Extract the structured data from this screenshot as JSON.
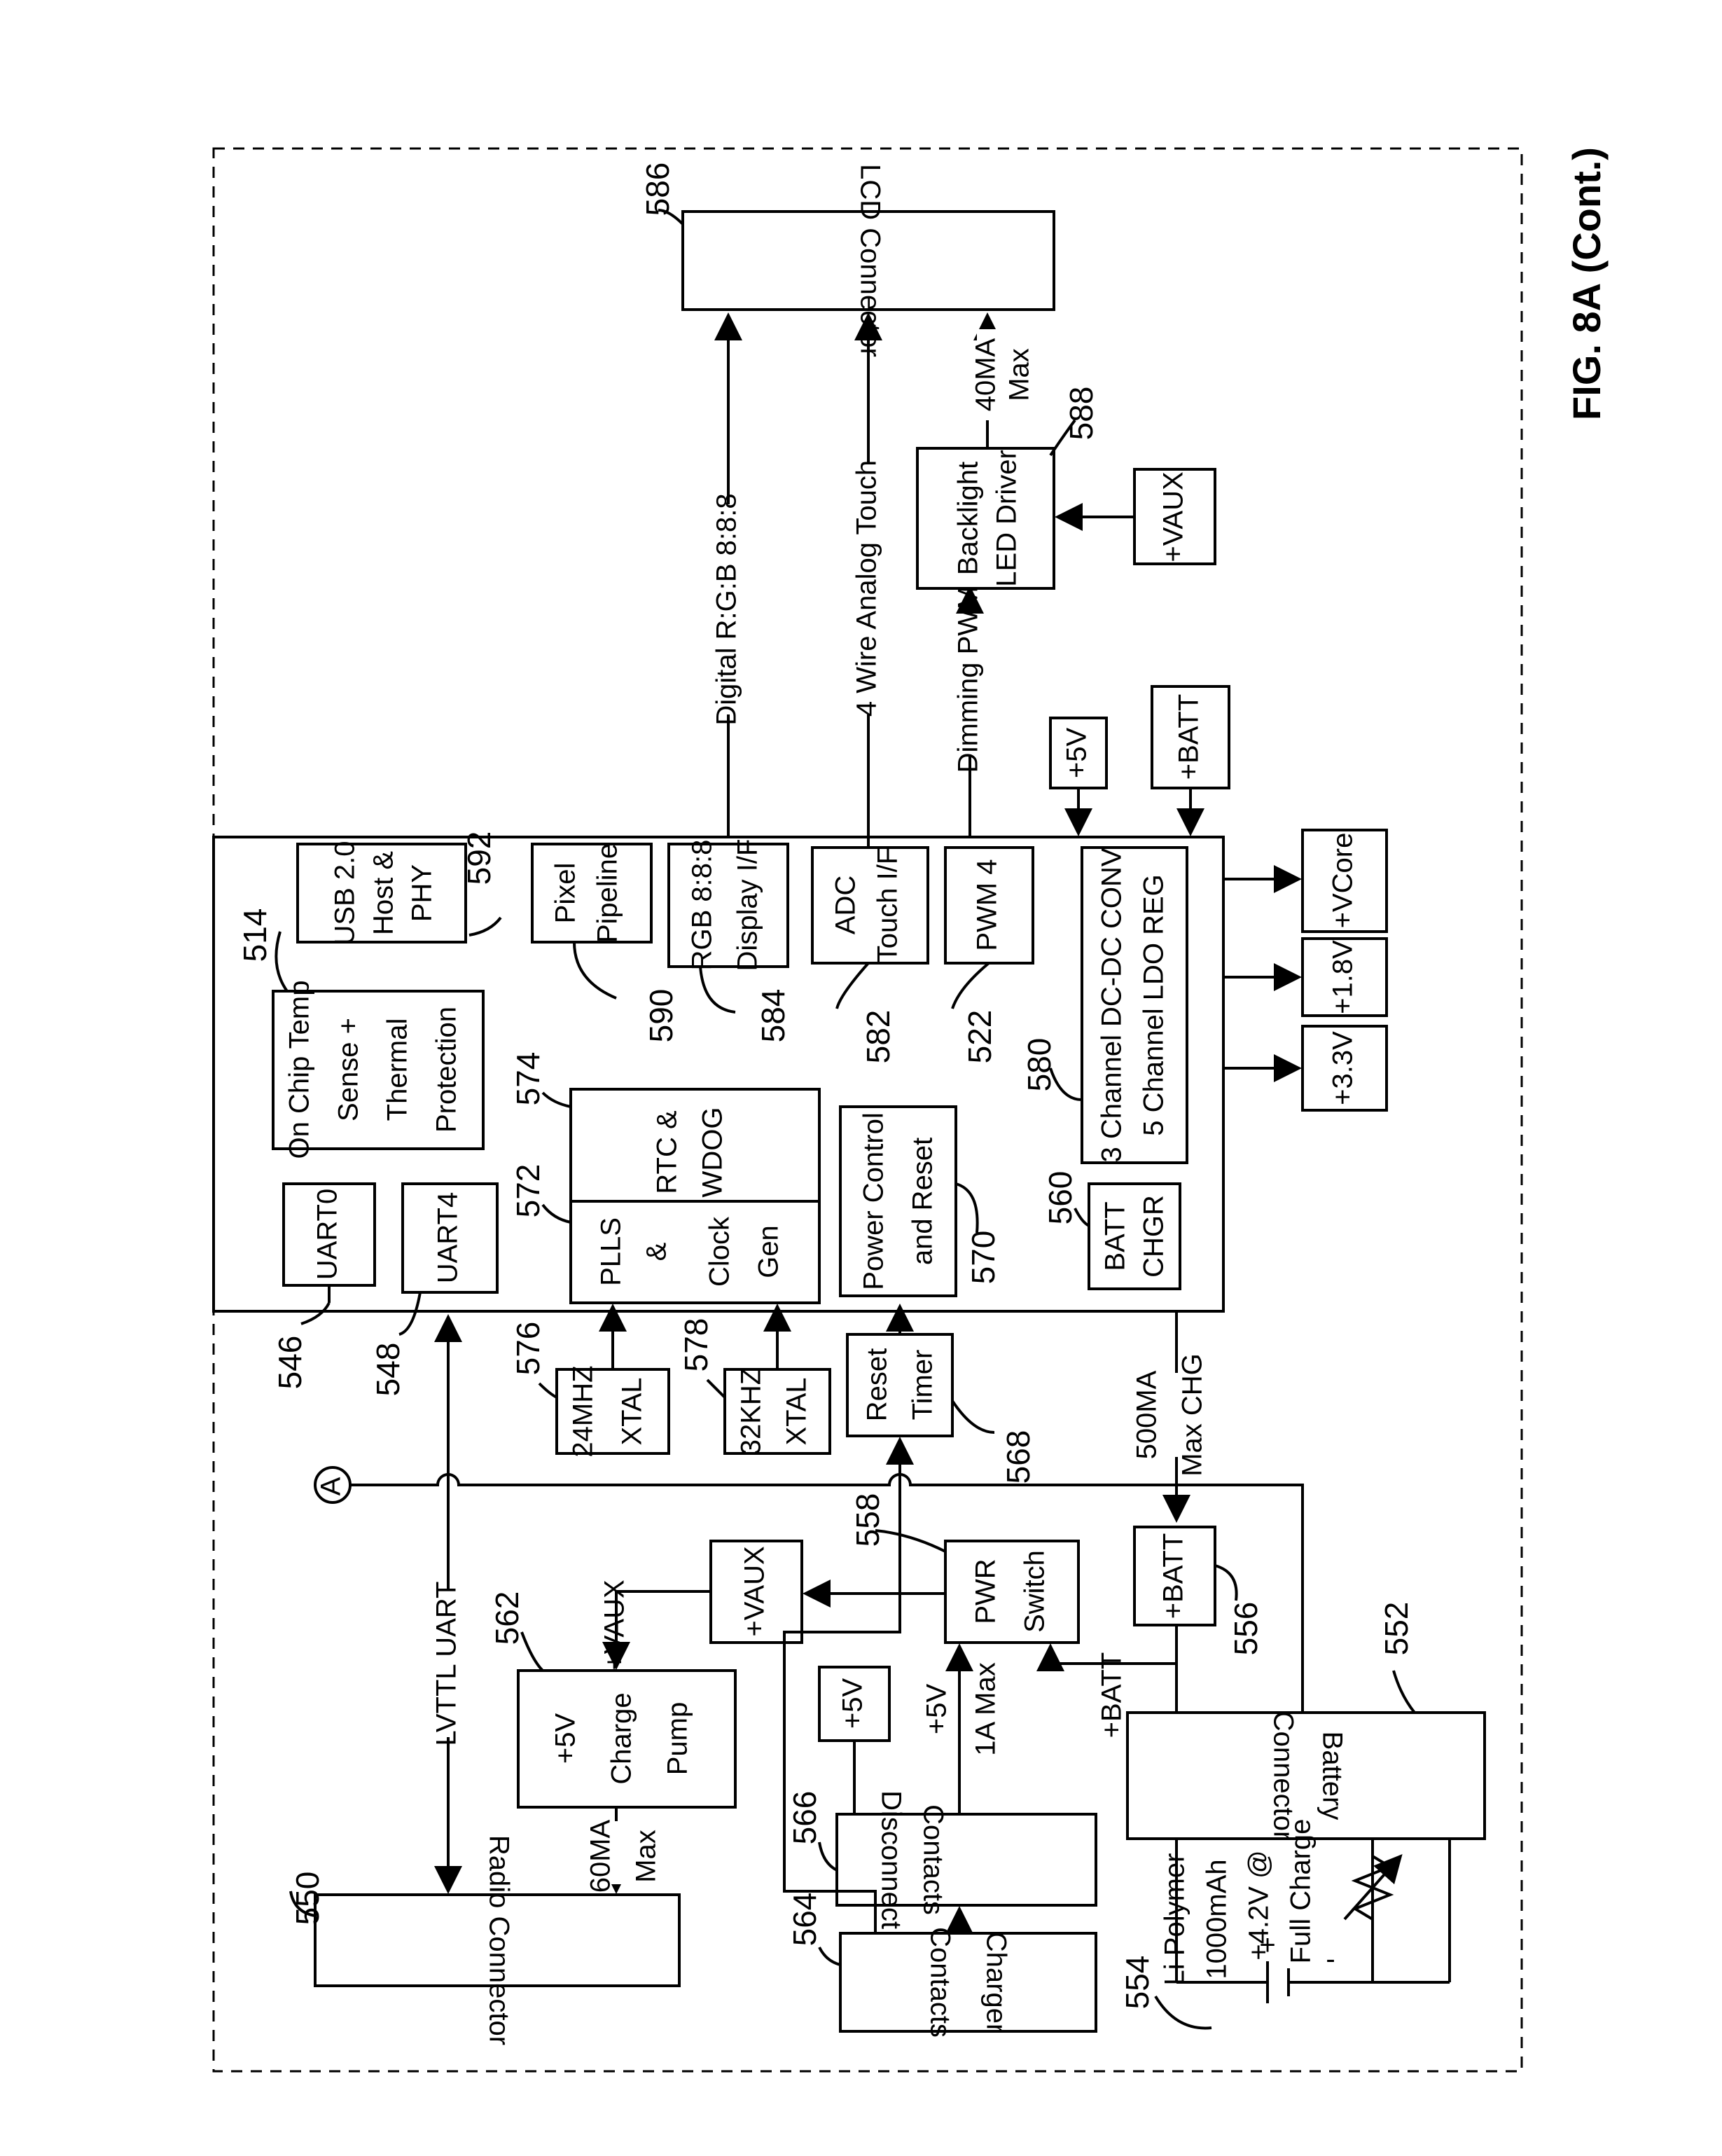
{
  "figure_label": "FIG. 8A (Cont.)",
  "blocks": {
    "lcd_connector": "LCD Connector",
    "backlight_driver": [
      "Backlight",
      "LED Driver"
    ],
    "vaux_backlight": "+VAUX",
    "plus5v_top": "+5V",
    "plus_batt_top": "+BATT",
    "usb": [
      "USB 2.0",
      "Host &",
      "PHY"
    ],
    "pixel_pipeline": [
      "Pixel",
      "Pipeline"
    ],
    "rgb_display": [
      "RGB 8:8:8",
      "Display I/F"
    ],
    "adc_touch": [
      "ADC",
      "Touch I/F"
    ],
    "pwm4": "PWM 4",
    "dcdc_conv": [
      "3 Channel DC-DC CONV",
      "5 Channel LDO REG"
    ],
    "vcore": "+VCore",
    "plus1v8": "+1.8V",
    "plus3v3": "+3.3V",
    "on_chip_temp": [
      "On Chip Temp",
      "Sense +",
      "Thermal",
      "Protection"
    ],
    "rtc_wdog": [
      "RTC &",
      "WDOG"
    ],
    "power_control": [
      "Power Control",
      "and Reset"
    ],
    "uart0": "UART0",
    "uart4": "UART4",
    "plls": [
      "PLLS",
      "&",
      "Clock",
      "Gen"
    ],
    "batt_chgr": [
      "BATT",
      "CHGR"
    ],
    "xtal_24": [
      "24MHZ",
      "XTAL"
    ],
    "xtal_32": [
      "32KHZ",
      "XTAL"
    ],
    "reset_timer": [
      "Reset",
      "Timer"
    ],
    "connector_a": "A",
    "vaux_mid": "+VAUX",
    "pwr_switch": [
      "PWR",
      "Switch"
    ],
    "plus_batt_mid": "+BATT",
    "charge_pump": [
      "+5V",
      "Charge",
      "Pump"
    ],
    "plus5v_small": "+5V",
    "contacts_disconnect": [
      "Contacts",
      "Disconnect"
    ],
    "battery_connector": [
      "Battery",
      "Connector"
    ],
    "radio_connector": "Radio Connector",
    "charger_contacts": [
      "Charger",
      "Contacts"
    ]
  },
  "signals": {
    "digital_rgb": "Digital R:G:B 8:8:8",
    "analog_touch": "4 Wire Analog Touch",
    "dimming_pwm": "Dimming PWM",
    "led_current": [
      "40MA",
      "Max"
    ],
    "lvttl_uart": "LVTTL UART",
    "vaux_out": "+VAUX",
    "pump_current": [
      "60MA",
      "Max"
    ],
    "usb_5v_current": [
      "+5V",
      "1A Max"
    ],
    "batt_feed": "+BATT",
    "charge_current": [
      "500MA",
      "Max CHG"
    ],
    "battery_spec": [
      "Li Polymer",
      "1000mAh",
      "+4.2V @",
      "Full Charge"
    ],
    "plus_sign": "+",
    "minus_sign": "-"
  },
  "refs": {
    "r586": "586",
    "r588": "588",
    "r514": "514",
    "r592": "592",
    "r590": "590",
    "r584": "584",
    "r582": "582",
    "r522": "522",
    "r580": "580",
    "r574": "574",
    "r572": "572",
    "r570": "570",
    "r560": "560",
    "r546": "546",
    "r548": "548",
    "r576": "576",
    "r578": "578",
    "r568": "568",
    "r558": "558",
    "r562": "562",
    "r556": "556",
    "r552": "552",
    "r566": "566",
    "r550": "550",
    "r564": "564",
    "r554": "554"
  }
}
